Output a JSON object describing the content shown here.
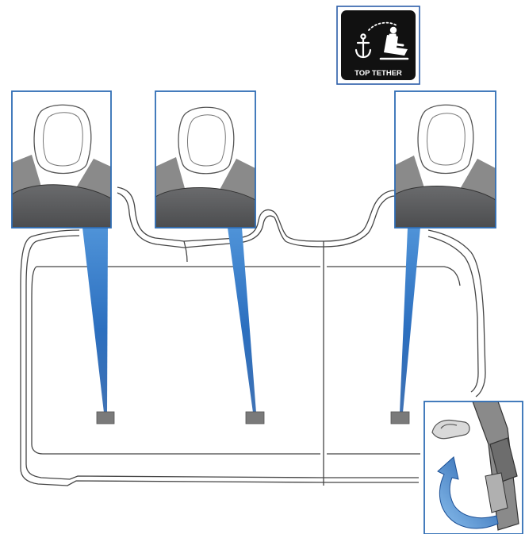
{
  "badge": {
    "label": "TOP TETHER",
    "icon": "child-seat-anchor-icon",
    "background": "#111111",
    "frame": "#2b5da8",
    "text_color": "#ffffff"
  },
  "colors": {
    "callout_frame": "#2f6db5",
    "beam": "#2e73c2",
    "anchor_fill": "#7a7a7a",
    "seat_outline": "#444444",
    "headrest_cushion": "#58595b",
    "strap": "#8a8a8a",
    "arrow": "#2a6db8"
  },
  "callouts": [
    {
      "id": "left",
      "title": ""
    },
    {
      "id": "center",
      "title": ""
    },
    {
      "id": "right",
      "title": ""
    }
  ]
}
